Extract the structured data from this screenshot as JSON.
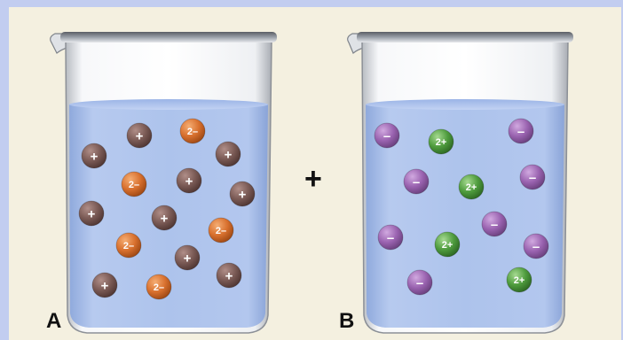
{
  "colors": {
    "frame": "#c2cdf0",
    "background": "#f4f0e0",
    "water": "#a9c0ea",
    "cation_a": "#7a5a55",
    "anion_a": "#d8702e",
    "cation_b": "#4f9c3e",
    "anion_b": "#9a63b0"
  },
  "operator": "+",
  "beakers": [
    {
      "label": "A",
      "ions": [
        {
          "charge": "+",
          "kind": "cation_a"
        },
        {
          "charge": "2–",
          "kind": "anion_a"
        },
        {
          "charge": "+",
          "kind": "cation_a"
        },
        {
          "charge": "+",
          "kind": "cation_a"
        },
        {
          "charge": "2–",
          "kind": "anion_a"
        },
        {
          "charge": "+",
          "kind": "cation_a"
        },
        {
          "charge": "+",
          "kind": "cation_a"
        },
        {
          "charge": "+",
          "kind": "cation_a"
        },
        {
          "charge": "+",
          "kind": "cation_a"
        },
        {
          "charge": "2–",
          "kind": "anion_a"
        },
        {
          "charge": "2–",
          "kind": "anion_a"
        },
        {
          "charge": "+",
          "kind": "cation_a"
        },
        {
          "charge": "+",
          "kind": "cation_a"
        },
        {
          "charge": "+",
          "kind": "cation_a"
        },
        {
          "charge": "2–",
          "kind": "anion_a"
        }
      ]
    },
    {
      "label": "B",
      "ions": [
        {
          "charge": "–",
          "kind": "anion_b"
        },
        {
          "charge": "2+",
          "kind": "cation_b"
        },
        {
          "charge": "–",
          "kind": "anion_b"
        },
        {
          "charge": "–",
          "kind": "anion_b"
        },
        {
          "charge": "2+",
          "kind": "cation_b"
        },
        {
          "charge": "–",
          "kind": "anion_b"
        },
        {
          "charge": "–",
          "kind": "anion_b"
        },
        {
          "charge": "–",
          "kind": "anion_b"
        },
        {
          "charge": "2+",
          "kind": "cation_b"
        },
        {
          "charge": "–",
          "kind": "anion_b"
        },
        {
          "charge": "–",
          "kind": "anion_b"
        },
        {
          "charge": "2+",
          "kind": "cation_b"
        }
      ]
    }
  ]
}
